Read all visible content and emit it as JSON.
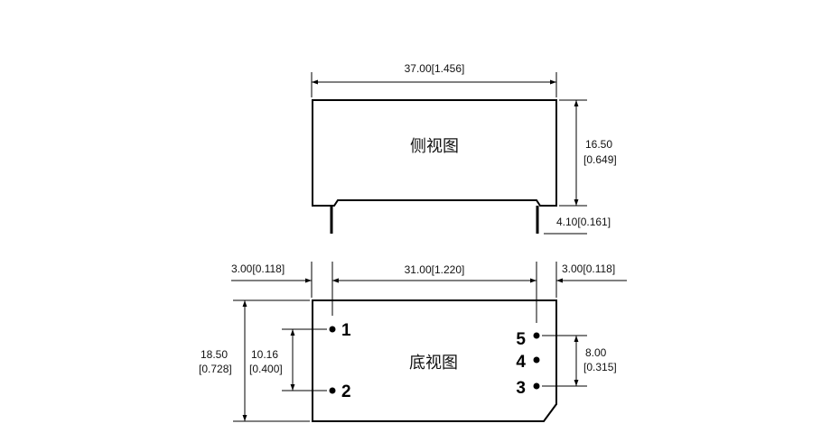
{
  "side_view": {
    "title": "侧视图",
    "width_label": "37.00[1.456]",
    "height_label_mm": "16.50",
    "height_label_in": "[0.649]",
    "pin_length_label": "4.10[0.161]"
  },
  "bottom_view": {
    "title": "底视图",
    "left_offset_label": "3.00[0.118]",
    "pin_span_label": "31.00[1.220]",
    "right_offset_label": "3.00[0.118]",
    "height_label_mm": "18.50",
    "height_label_in": "[0.728]",
    "left_pin_pitch_mm": "10.16",
    "left_pin_pitch_in": "[0.400]",
    "right_pin_pitch_mm": "8.00",
    "right_pin_pitch_in": "[0.315]",
    "pins": {
      "p1": "1",
      "p2": "2",
      "p3": "3",
      "p4": "4",
      "p5": "5"
    }
  }
}
